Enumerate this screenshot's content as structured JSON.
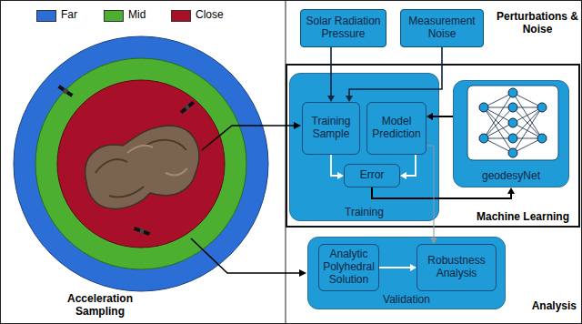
{
  "diagram": {
    "nodes": [
      {
        "text": [
          "Solar Radiation Pressure"
        ]
      },
      {
        "text": [
          "Measurement Noise"
        ]
      },
      {
        "text": [
          "Machine Learning"
        ]
      },
      {
        "text": [
          "Training"
        ],
        "in": 2
      },
      {
        "text": [
          "Training Sample"
        ],
        "in": 3
      },
      {
        "text": [
          "Model Prediction"
        ],
        "in": 3
      },
      {
        "text": [
          "Error"
        ],
        "in": 3
      },
      {
        "text": [
          "geodesyNet"
        ],
        "in": 2
      },
      {
        "text": [
          "Validation"
        ]
      },
      {
        "text": [
          "Analytic Polyhedral Solution"
        ],
        "in": 8
      },
      {
        "text": [
          "Robustness Analysis"
        ],
        "in": 8
      }
    ],
    "edges": [
      {
        "from": 0,
        "to": 4,
        "arrow": "to"
      },
      {
        "from": 1,
        "to": 4,
        "arrow": "to"
      },
      {
        "from": 4,
        "to": 6,
        "arrow": "to"
      },
      {
        "from": 5,
        "to": 6,
        "arrow": "to"
      },
      {
        "from": 6,
        "to": 7,
        "arrow": "to"
      },
      {
        "from": 7,
        "to": 5,
        "arrow": "to"
      },
      {
        "from": 5,
        "to": 10,
        "arrow": "to"
      },
      {
        "from": 9,
        "to": 10,
        "arrow": "to"
      }
    ],
    "labels": [
      "Perturbations & Noise",
      "Analysis",
      "Acceleration Sampling"
    ],
    "legend": [
      {
        "text": "Far",
        "color": "#2b6fd6"
      },
      {
        "text": "Mid",
        "color": "#4caf30"
      },
      {
        "text": "Close",
        "color": "#a8102a"
      }
    ]
  }
}
